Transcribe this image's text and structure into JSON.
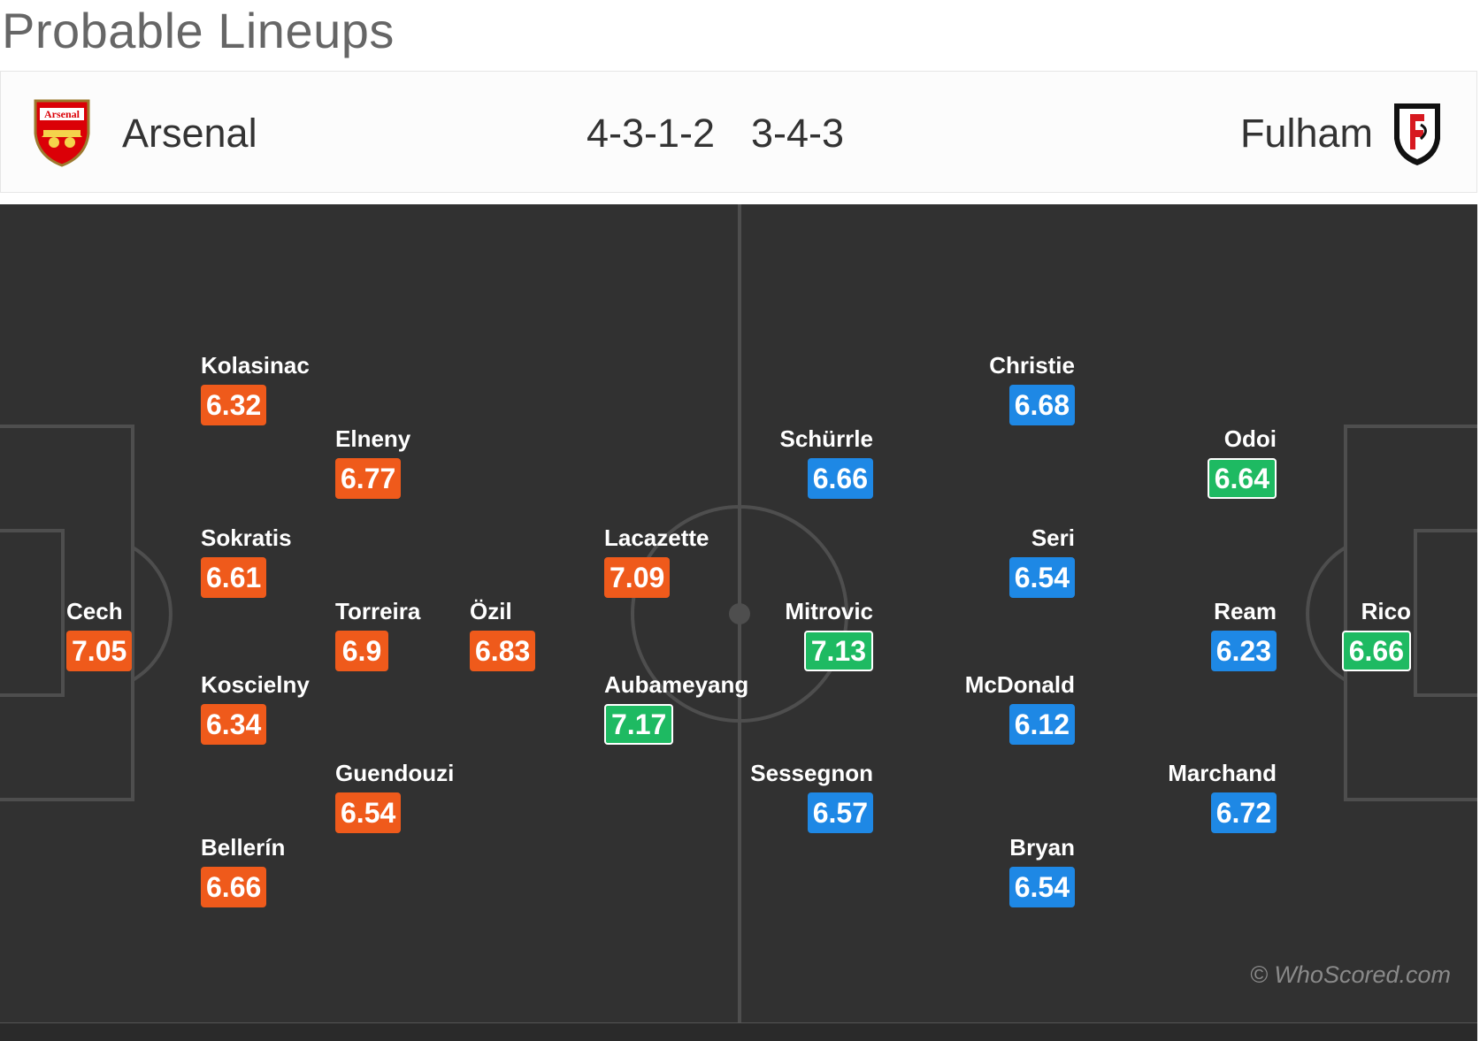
{
  "page_title": "Probable Lineups",
  "home": {
    "name": "Arsenal",
    "formation": "4-3-1-2",
    "crest_text": "Arsenal",
    "color": "#ef5a1b",
    "players": [
      {
        "name": "Cech",
        "rating": "7.05",
        "tone": "hot"
      },
      {
        "name": "Kolasinac",
        "rating": "6.32",
        "tone": "hot"
      },
      {
        "name": "Sokratis",
        "rating": "6.61",
        "tone": "hot"
      },
      {
        "name": "Koscielny",
        "rating": "6.34",
        "tone": "hot"
      },
      {
        "name": "Bellerín",
        "rating": "6.66",
        "tone": "hot"
      },
      {
        "name": "Elneny",
        "rating": "6.77",
        "tone": "hot"
      },
      {
        "name": "Torreira",
        "rating": "6.9",
        "tone": "hot"
      },
      {
        "name": "Guendouzi",
        "rating": "6.54",
        "tone": "hot"
      },
      {
        "name": "Özil",
        "rating": "6.83",
        "tone": "hot"
      },
      {
        "name": "Lacazette",
        "rating": "7.09",
        "tone": "hot"
      },
      {
        "name": "Aubameyang",
        "rating": "7.17",
        "tone": "good"
      }
    ]
  },
  "away": {
    "name": "Fulham",
    "formation": "3-4-3",
    "color": "#1e88e5",
    "players": [
      {
        "name": "Rico",
        "rating": "6.66",
        "tone": "good"
      },
      {
        "name": "Odoi",
        "rating": "6.64",
        "tone": "good"
      },
      {
        "name": "Ream",
        "rating": "6.23",
        "tone": "away"
      },
      {
        "name": "Marchand",
        "rating": "6.72",
        "tone": "away"
      },
      {
        "name": "Christie",
        "rating": "6.68",
        "tone": "away"
      },
      {
        "name": "Seri",
        "rating": "6.54",
        "tone": "away"
      },
      {
        "name": "McDonald",
        "rating": "6.12",
        "tone": "away"
      },
      {
        "name": "Bryan",
        "rating": "6.54",
        "tone": "away"
      },
      {
        "name": "Schürrle",
        "rating": "6.66",
        "tone": "away"
      },
      {
        "name": "Mitrovic",
        "rating": "7.13",
        "tone": "good"
      },
      {
        "name": "Sessegnon",
        "rating": "6.57",
        "tone": "away"
      }
    ]
  },
  "colors": {
    "pitch": "#313131",
    "high_rating": "#1eba62"
  },
  "watermark": "© WhoScored.com"
}
